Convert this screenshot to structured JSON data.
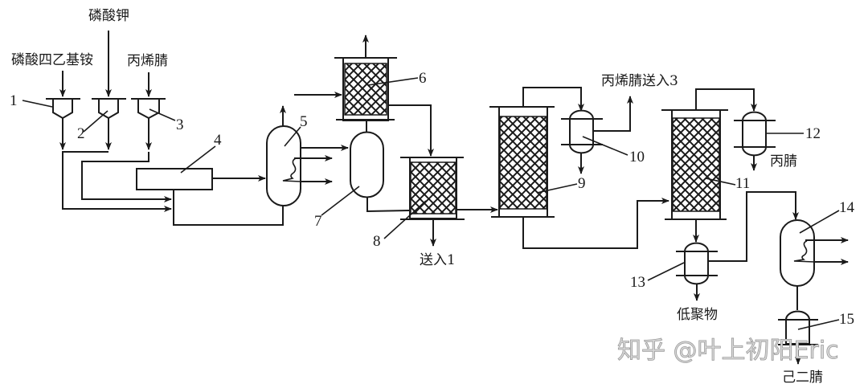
{
  "diagram": {
    "title": "己二腈电解合成工艺流程",
    "feeds": {
      "feed_1": "磷酸四乙基铵",
      "feed_2": "磷酸钾",
      "feed_3": "丙烯腈"
    },
    "outputs": {
      "to_1": "送入1",
      "acrylonitrile_to_3": "丙烯腈送入3",
      "propionitrile": "丙腈",
      "oligomers": "低聚物",
      "adiponitrile": "己二腈"
    },
    "equipment_numbers": [
      "1",
      "2",
      "3",
      "4",
      "5",
      "6",
      "7",
      "8",
      "9",
      "10",
      "11",
      "12",
      "13",
      "14",
      "15"
    ],
    "watermark": "知乎 @叶上初阳Eric"
  }
}
